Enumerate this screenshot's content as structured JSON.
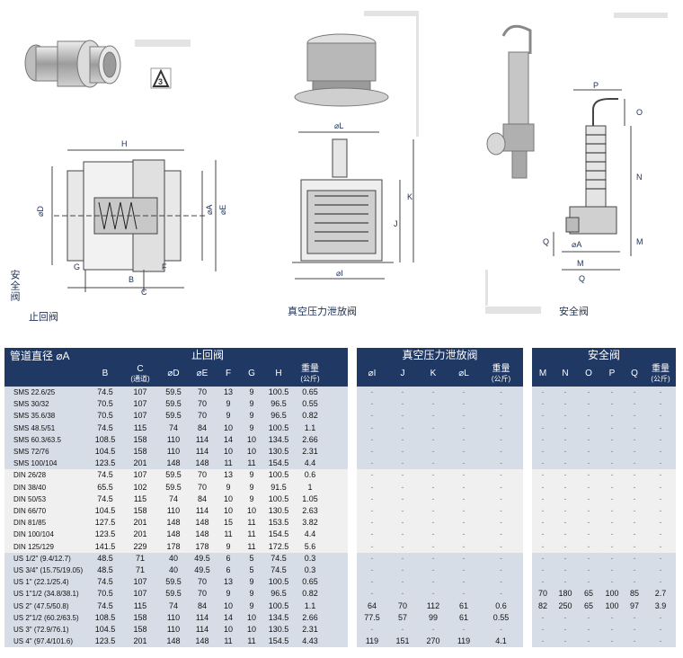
{
  "captions": {
    "check_valve": "止回阀",
    "vacuum_valve": "真空压力泄放阀",
    "safety_valve": "安全阀",
    "side_label": "安全阀"
  },
  "dimension_labels": {
    "check": [
      "H",
      "⌀D",
      "⌀A",
      "⌀E",
      "G",
      "B",
      "F",
      "C"
    ],
    "vacuum": [
      "⌀L",
      "K",
      "J",
      "⌀I"
    ],
    "safety": [
      "P",
      "O",
      "N",
      "M",
      "Q",
      "⌀A",
      "M",
      "Q"
    ]
  },
  "table": {
    "header_first": "管道直径 ⌀A",
    "group_check": "止回阀",
    "group_vacuum": "真空压力泄放阀",
    "group_safety": "安全阀",
    "check_cols": [
      "B",
      "C",
      "⌀D",
      "⌀E",
      "F",
      "G",
      "H",
      "重量"
    ],
    "check_sub": [
      "",
      "(通道)",
      "",
      "",
      "",
      "",
      "",
      "(公斤)"
    ],
    "vacuum_cols": [
      "⌀I",
      "J",
      "K",
      "⌀L",
      "重量"
    ],
    "vacuum_sub": [
      "",
      "",
      "",
      "",
      "(公斤)"
    ],
    "safety_cols": [
      "M",
      "N",
      "O",
      "P",
      "Q",
      "重量"
    ],
    "safety_sub": [
      "",
      "",
      "",
      "",
      "",
      "(公斤)"
    ],
    "rows": [
      {
        "band": 0,
        "label": "SMS 22.6/25",
        "check": [
          "74.5",
          "107",
          "59.5",
          "70",
          "13",
          "9",
          "100.5",
          "0.65"
        ],
        "vacuum": [
          "-",
          "-",
          "-",
          "-",
          "-"
        ],
        "safety": [
          "-",
          "-",
          "-",
          "-",
          "-",
          "-"
        ]
      },
      {
        "band": 0,
        "label": "SMS 30/32",
        "check": [
          "70.5",
          "107",
          "59.5",
          "70",
          "9",
          "9",
          "96.5",
          "0.55"
        ],
        "vacuum": [
          "-",
          "-",
          "-",
          "-",
          "-"
        ],
        "safety": [
          "-",
          "-",
          "-",
          "-",
          "-",
          "-"
        ]
      },
      {
        "band": 0,
        "label": "SMS 35.6/38",
        "check": [
          "70.5",
          "107",
          "59.5",
          "70",
          "9",
          "9",
          "96.5",
          "0.82"
        ],
        "vacuum": [
          "-",
          "-",
          "-",
          "-",
          "-"
        ],
        "safety": [
          "-",
          "-",
          "-",
          "-",
          "-",
          "-"
        ]
      },
      {
        "band": 0,
        "label": "SMS 48.5/51",
        "check": [
          "74.5",
          "115",
          "74",
          "84",
          "10",
          "9",
          "100.5",
          "1.1"
        ],
        "vacuum": [
          "-",
          "-",
          "-",
          "-",
          "-"
        ],
        "safety": [
          "-",
          "-",
          "-",
          "-",
          "-",
          "-"
        ]
      },
      {
        "band": 0,
        "label": "SMS 60.3/63.5",
        "check": [
          "108.5",
          "158",
          "110",
          "114",
          "14",
          "10",
          "134.5",
          "2.66"
        ],
        "vacuum": [
          "-",
          "-",
          "-",
          "-",
          "-"
        ],
        "safety": [
          "-",
          "-",
          "-",
          "-",
          "-",
          "-"
        ]
      },
      {
        "band": 0,
        "label": "SMS 72/76",
        "check": [
          "104.5",
          "158",
          "110",
          "114",
          "10",
          "10",
          "130.5",
          "2.31"
        ],
        "vacuum": [
          "-",
          "-",
          "-",
          "-",
          "-"
        ],
        "safety": [
          "-",
          "-",
          "-",
          "-",
          "-",
          "-"
        ]
      },
      {
        "band": 0,
        "label": "SMS 100/104",
        "check": [
          "123.5",
          "201",
          "148",
          "148",
          "11",
          "11",
          "154.5",
          "4.4"
        ],
        "vacuum": [
          "-",
          "-",
          "-",
          "-",
          "-"
        ],
        "safety": [
          "-",
          "-",
          "-",
          "-",
          "-",
          "-"
        ]
      },
      {
        "band": 1,
        "label": "DIN 26/28",
        "check": [
          "74.5",
          "107",
          "59.5",
          "70",
          "13",
          "9",
          "100.5",
          "0.6"
        ],
        "vacuum": [
          "-",
          "-",
          "-",
          "-",
          "-"
        ],
        "safety": [
          "-",
          "-",
          "-",
          "-",
          "-",
          "-"
        ]
      },
      {
        "band": 1,
        "label": "DIN 38/40",
        "check": [
          "65.5",
          "102",
          "59.5",
          "70",
          "9",
          "9",
          "91.5",
          "1"
        ],
        "vacuum": [
          "-",
          "-",
          "-",
          "-",
          "-"
        ],
        "safety": [
          "-",
          "-",
          "-",
          "-",
          "-",
          "-"
        ]
      },
      {
        "band": 1,
        "label": "DIN 50/53",
        "check": [
          "74.5",
          "115",
          "74",
          "84",
          "10",
          "9",
          "100.5",
          "1.05"
        ],
        "vacuum": [
          "-",
          "-",
          "-",
          "-",
          "-"
        ],
        "safety": [
          "-",
          "-",
          "-",
          "-",
          "-",
          "-"
        ]
      },
      {
        "band": 1,
        "label": "DIN 66/70",
        "check": [
          "104.5",
          "158",
          "110",
          "114",
          "10",
          "10",
          "130.5",
          "2.63"
        ],
        "vacuum": [
          "-",
          "-",
          "-",
          "-",
          "-"
        ],
        "safety": [
          "-",
          "-",
          "-",
          "-",
          "-",
          "-"
        ]
      },
      {
        "band": 1,
        "label": "DIN 81/85",
        "check": [
          "127.5",
          "201",
          "148",
          "148",
          "15",
          "11",
          "153.5",
          "3.82"
        ],
        "vacuum": [
          "-",
          "-",
          "-",
          "-",
          "-"
        ],
        "safety": [
          "-",
          "-",
          "-",
          "-",
          "-",
          "-"
        ]
      },
      {
        "band": 1,
        "label": "DIN 100/104",
        "check": [
          "123.5",
          "201",
          "148",
          "148",
          "11",
          "11",
          "154.5",
          "4.4"
        ],
        "vacuum": [
          "-",
          "-",
          "-",
          "-",
          "-"
        ],
        "safety": [
          "-",
          "-",
          "-",
          "-",
          "-",
          "-"
        ]
      },
      {
        "band": 1,
        "label": "DIN 125/129",
        "check": [
          "141.5",
          "229",
          "178",
          "178",
          "9",
          "11",
          "172.5",
          "5.6"
        ],
        "vacuum": [
          "-",
          "-",
          "-",
          "-",
          "-"
        ],
        "safety": [
          "-",
          "-",
          "-",
          "-",
          "-",
          "-"
        ]
      },
      {
        "band": 2,
        "label": "US 1/2\" (9.4/12.7)",
        "check": [
          "48.5",
          "71",
          "40",
          "49.5",
          "6",
          "5",
          "74.5",
          "0.3"
        ],
        "vacuum": [
          "-",
          "-",
          "-",
          "-",
          "-"
        ],
        "safety": [
          "-",
          "-",
          "-",
          "-",
          "-",
          "-"
        ]
      },
      {
        "band": 2,
        "label": "US 3/4\" (15.75/19.05)",
        "check": [
          "48.5",
          "71",
          "40",
          "49.5",
          "6",
          "5",
          "74.5",
          "0.3"
        ],
        "vacuum": [
          "-",
          "-",
          "-",
          "-",
          "-"
        ],
        "safety": [
          "-",
          "-",
          "-",
          "-",
          "-",
          "-"
        ]
      },
      {
        "band": 2,
        "label": "US 1\" (22.1/25.4)",
        "check": [
          "74.5",
          "107",
          "59.5",
          "70",
          "13",
          "9",
          "100.5",
          "0.65"
        ],
        "vacuum": [
          "-",
          "-",
          "-",
          "-",
          "-"
        ],
        "safety": [
          "-",
          "-",
          "-",
          "-",
          "-",
          "-"
        ]
      },
      {
        "band": 2,
        "label": "US 1\"1/2 (34.8/38.1)",
        "check": [
          "70.5",
          "107",
          "59.5",
          "70",
          "9",
          "9",
          "96.5",
          "0.82"
        ],
        "vacuum": [
          "-",
          "-",
          "-",
          "-",
          "-"
        ],
        "safety": [
          "70",
          "180",
          "65",
          "100",
          "85",
          "2.7"
        ]
      },
      {
        "band": 2,
        "label": "US 2\" (47.5/50.8)",
        "check": [
          "74.5",
          "115",
          "74",
          "84",
          "10",
          "9",
          "100.5",
          "1.1"
        ],
        "vacuum": [
          "64",
          "70",
          "112",
          "61",
          "0.6"
        ],
        "safety": [
          "82",
          "250",
          "65",
          "100",
          "97",
          "3.9"
        ]
      },
      {
        "band": 2,
        "label": "US 2\"1/2 (60.2/63.5)",
        "check": [
          "108.5",
          "158",
          "110",
          "114",
          "14",
          "10",
          "134.5",
          "2.66"
        ],
        "vacuum": [
          "77.5",
          "57",
          "99",
          "61",
          "0.55"
        ],
        "safety": [
          "-",
          "-",
          "-",
          "-",
          "-",
          "-"
        ]
      },
      {
        "band": 2,
        "label": "US 3\" (72.9/76.1)",
        "check": [
          "104.5",
          "158",
          "110",
          "114",
          "10",
          "10",
          "130.5",
          "2.31"
        ],
        "vacuum": [
          "-",
          "-",
          "-",
          "-",
          "-"
        ],
        "safety": [
          "-",
          "-",
          "-",
          "-",
          "-",
          "-"
        ]
      },
      {
        "band": 2,
        "label": "US 4\" (97.4/101.6)",
        "check": [
          "123.5",
          "201",
          "148",
          "148",
          "11",
          "11",
          "154.5",
          "4.43"
        ],
        "vacuum": [
          "119",
          "151",
          "270",
          "119",
          "4.1"
        ],
        "safety": [
          "-",
          "-",
          "-",
          "-",
          "-",
          "-"
        ]
      }
    ]
  }
}
